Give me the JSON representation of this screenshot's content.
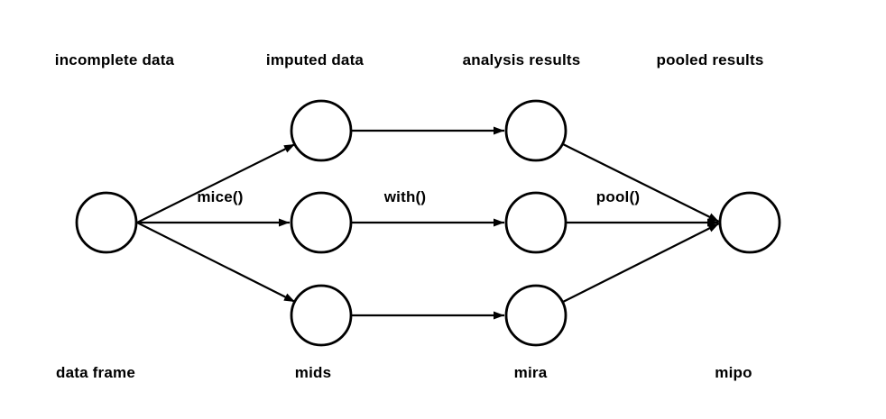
{
  "diagram": {
    "stages": [
      {
        "top_label": "incomplete data",
        "bottom_label": "data frame"
      },
      {
        "top_label": "imputed data",
        "bottom_label": "mids"
      },
      {
        "top_label": "analysis results",
        "bottom_label": "mira"
      },
      {
        "top_label": "pooled results",
        "bottom_label": "mipo"
      }
    ],
    "functions": [
      {
        "label": "mice()"
      },
      {
        "label": "with()"
      },
      {
        "label": "pool()"
      }
    ],
    "colors": {
      "background": "#ffffff",
      "stroke": "#000000",
      "text": "#000000"
    }
  }
}
